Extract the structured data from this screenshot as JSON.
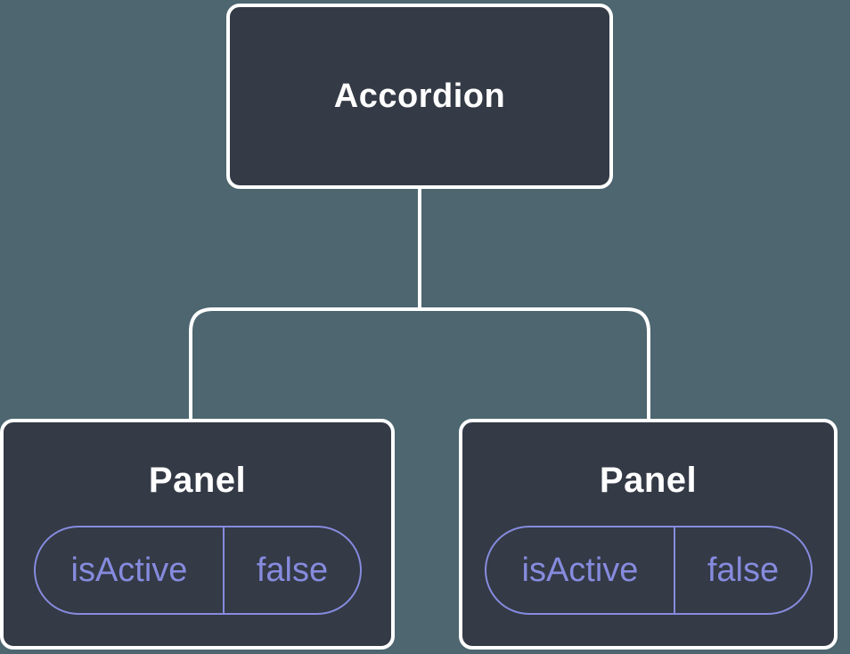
{
  "diagram": {
    "type": "component-tree",
    "root": {
      "label": "Accordion"
    },
    "children": [
      {
        "label": "Panel",
        "state": {
          "key": "isActive",
          "value": "false"
        }
      },
      {
        "label": "Panel",
        "state": {
          "key": "isActive",
          "value": "false"
        }
      }
    ]
  },
  "colors": {
    "background": "#4D6670",
    "node_fill": "#343A46",
    "node_border": "#FFFFFF",
    "node_text": "#FFFFFF",
    "connector": "#FFFFFF",
    "state_accent": "#868BDE"
  }
}
